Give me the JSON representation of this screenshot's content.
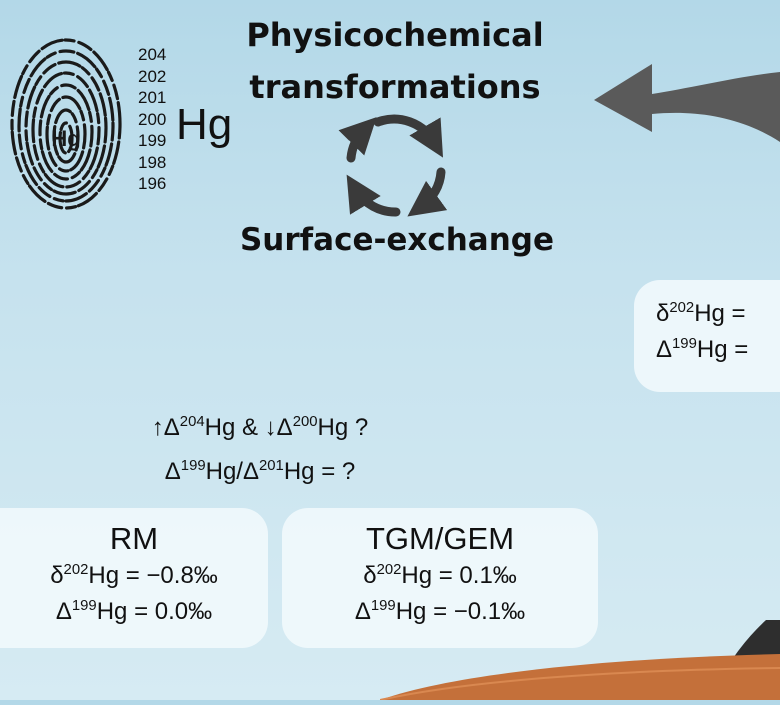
{
  "title_line1": "Physicochemical",
  "title_line2": "transformations",
  "cycle_label": "Surface-exchange",
  "hg_symbol": "Hg",
  "fingerprint_label": "Hg",
  "isotopes": [
    "204",
    "202",
    "201",
    "200",
    "199",
    "198",
    "196"
  ],
  "questions": {
    "line1": {
      "pre": "↑Δ",
      "m1": "204",
      "mid": "Hg & ↓Δ",
      "m2": "200",
      "post": "Hg ?"
    },
    "line2": {
      "pre": "Δ",
      "m1": "199",
      "mid": "Hg/Δ",
      "m2": "201",
      "post": "Hg = ?"
    }
  },
  "right_box": {
    "row1": {
      "sym": "δ",
      "mass": "202",
      "text": "Hg ="
    },
    "row2": {
      "sym": "Δ",
      "mass": "199",
      "text": "Hg ="
    }
  },
  "boxes": [
    {
      "title": "RM",
      "row1": {
        "sym": "δ",
        "mass": "202",
        "text": "Hg = −0.8‰"
      },
      "row2": {
        "sym": "Δ",
        "mass": "199",
        "text": "Hg = 0.0‰"
      }
    },
    {
      "title": "TGM/GEM",
      "row1": {
        "sym": "δ",
        "mass": "202",
        "text": "Hg = 0.1‰"
      },
      "row2": {
        "sym": "Δ",
        "mass": "199",
        "text": "Hg = −0.1‰"
      }
    }
  ],
  "colors": {
    "sky_top": "#b3d8e8",
    "arrow": "#5a5a5a",
    "ground": "#c4703a",
    "box_fill": "#f0f8fc"
  },
  "icons": [
    "fingerprint-icon",
    "cycle-arrows-icon",
    "large-arrow-icon"
  ]
}
